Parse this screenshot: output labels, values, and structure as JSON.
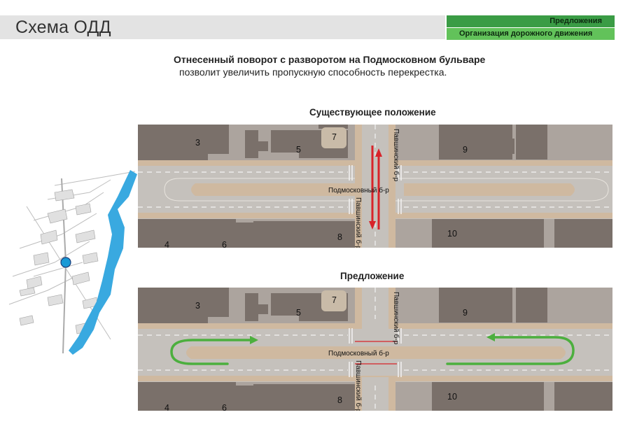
{
  "header": {
    "title": "Схема ОДД",
    "tag_primary": "Предложения",
    "tag_secondary": "Организация дорожного движения"
  },
  "intro": {
    "line1": "Отнесенный поворот с разворотом на Подмосковном бульваре",
    "line2": "позволит увеличить пропускную способность перекрестка."
  },
  "panels": [
    {
      "caption": "Существующее положение",
      "main_street": "Подмосковный б-р",
      "cross_street_north": "Павшинский б-р",
      "cross_street_south": "Павшинский б-р",
      "buildings": [
        "3",
        "5",
        "7",
        "9",
        "4",
        "6",
        "8",
        "10"
      ]
    },
    {
      "caption": "Предложение",
      "main_street": "Подмосковный б-р",
      "cross_street_north": "Павшинский б-р",
      "cross_street_south": "Павшинский б-р",
      "buildings": [
        "3",
        "5",
        "7",
        "9",
        "4",
        "6",
        "8",
        "10"
      ]
    }
  ],
  "colors": {
    "header_bar": "#e3e3e3",
    "tag_dark_green": "#3a9c45",
    "tag_light_green": "#62c25a",
    "building": "#7a706a",
    "ground": "#aca49e",
    "road": "#c5c1bc",
    "median": "#cfb9a0",
    "arrow_existing": "#d8232a",
    "arrow_proposed": "#4caf3e",
    "river": "#39a9e0",
    "location_marker": "#1a9ad6"
  }
}
